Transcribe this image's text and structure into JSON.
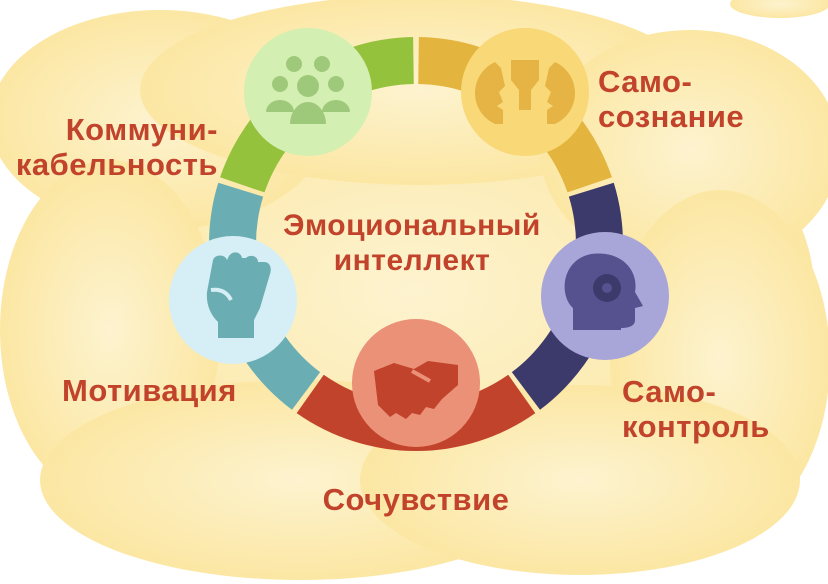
{
  "title": {
    "line1": "Эмоциональный",
    "line2": "интеллект"
  },
  "components": [
    {
      "id": "self-awareness",
      "line1": "Само-",
      "line2": "сознание",
      "icon": "two-faces-icon",
      "ring_color": "#e3b53e",
      "circle_color": "#f8d877",
      "icon_color": "#e5b444"
    },
    {
      "id": "self-control",
      "line1": "Само-",
      "line2": "контроль",
      "icon": "head-gear-icon",
      "ring_color": "#3c3a6b",
      "circle_color": "#a8a5d9",
      "icon_color": "#55528f"
    },
    {
      "id": "empathy",
      "line1": "Сочувствие",
      "icon": "handshake-icon",
      "ring_color": "#c2432b",
      "circle_color": "#ea9178",
      "icon_color": "#c2432b"
    },
    {
      "id": "motivation",
      "line1": "Мотивация",
      "icon": "fist-icon",
      "ring_color": "#6aaeb4",
      "circle_color": "#d6eef5",
      "icon_color": "#6aaeb4"
    },
    {
      "id": "communication",
      "line1": "Коммуни-",
      "line2": "кабельность",
      "icon": "people-group-icon",
      "ring_color": "#95c23d",
      "circle_color": "#d3efb1",
      "icon_color": "#9fc97a"
    }
  ],
  "colors": {
    "label": "#c2432b",
    "background": "#fcecae"
  }
}
